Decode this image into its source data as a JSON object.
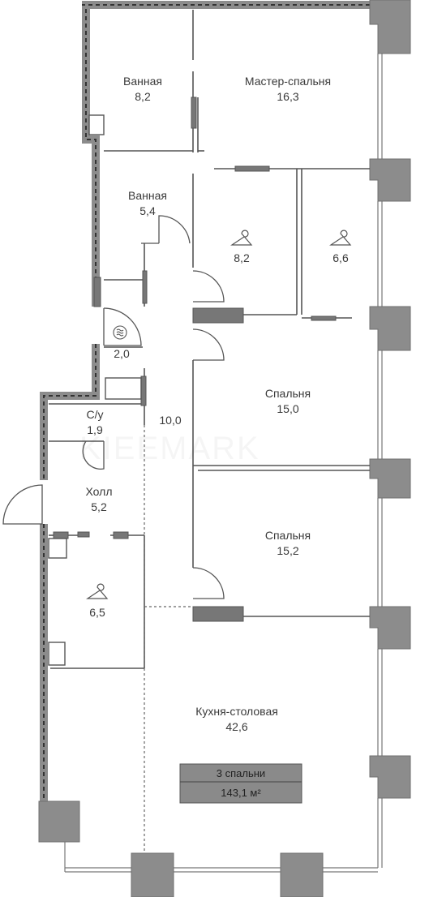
{
  "rooms": {
    "bath1": {
      "name": "Ванная",
      "area": "8,2"
    },
    "master": {
      "name": "Мастер-спальня",
      "area": "16,3"
    },
    "bath2": {
      "name": "Ванная",
      "area": "5,4"
    },
    "closet1": {
      "area": "8,2"
    },
    "closet2": {
      "area": "6,6"
    },
    "laundry": {
      "area": "2,0"
    },
    "corridor": {
      "area": "10,0"
    },
    "wc": {
      "name": "С/у",
      "area": "1,9"
    },
    "bed1": {
      "name": "Спальня",
      "area": "15,0"
    },
    "hall": {
      "name": "Холл",
      "area": "5,2"
    },
    "bed2": {
      "name": "Спальня",
      "area": "15,2"
    },
    "closet3": {
      "area": "6,5"
    },
    "kitchen": {
      "name": "Кухня-столовая",
      "area": "42,6"
    }
  },
  "summary": {
    "bedrooms": "3 спальни",
    "total_area": "143,1 м²"
  },
  "watermark": "KIEEMARK",
  "icons": [
    "hanger-icon",
    "washing-machine-icon"
  ],
  "colors": {
    "wall": "#8c8c8c",
    "wall_dark": "#6f6f6f",
    "line": "#555555",
    "badge": "#8a8a8a",
    "badge_border": "#555555"
  }
}
